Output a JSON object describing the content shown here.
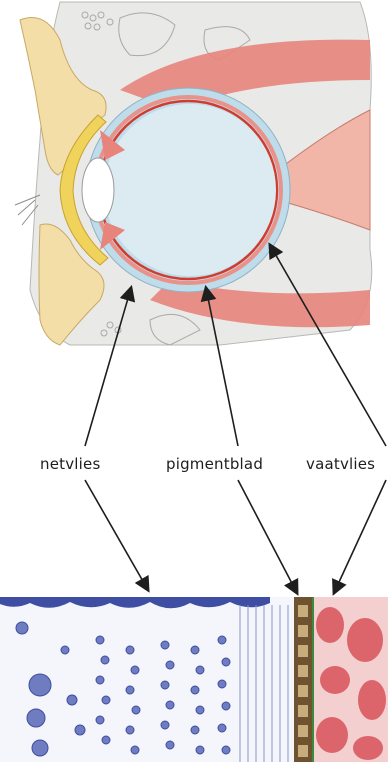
{
  "labels": {
    "retina": "netvlies",
    "pigment": "pigmentblad",
    "choroid": "vaatvlies"
  },
  "colors": {
    "orbit_bg": "#e9e9e7",
    "eyelid": "#f3dea8",
    "lens_yellow": "#f0d35a",
    "sclera_blue": "#bfdcea",
    "vitreous": "#dcebf2",
    "muscle": "#e7857c",
    "retina_red": "#d23c2e",
    "histology_bg": "#f4f6fb",
    "histology_cells": "#5a6ab5",
    "pigment_brown": "#6f5330",
    "choroid_red": "#c8353a"
  }
}
